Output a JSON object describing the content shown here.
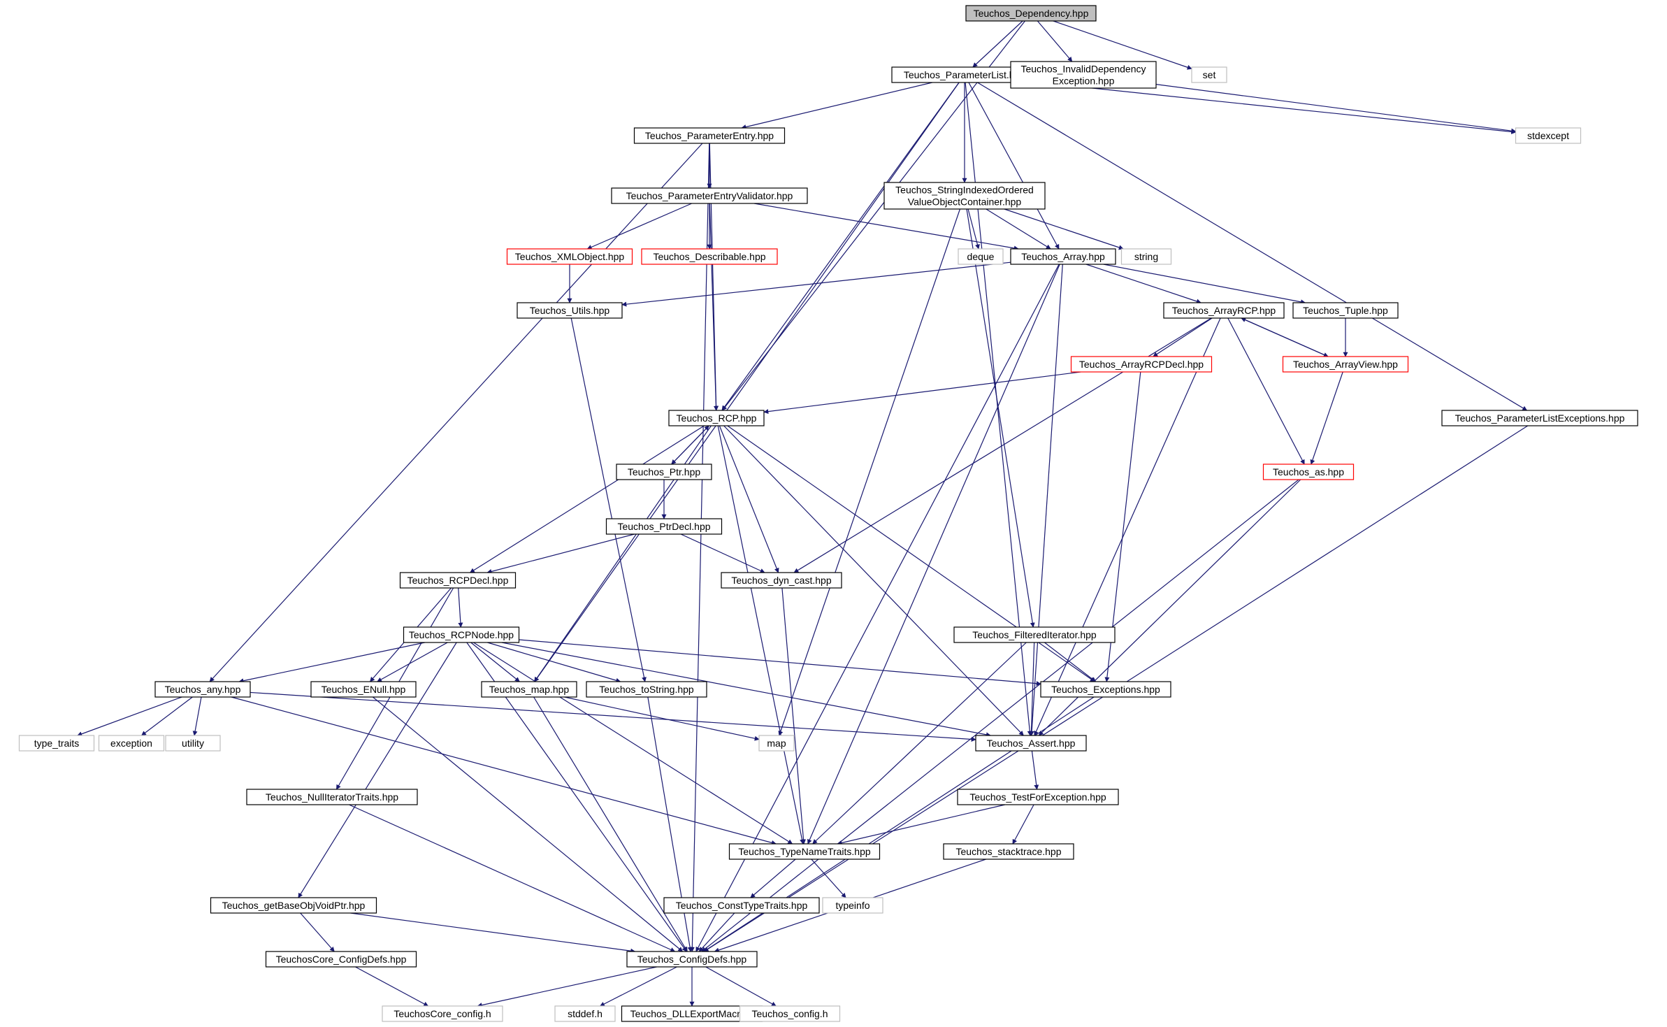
{
  "graph": {
    "colors": {
      "edge": "#191970",
      "box": "#000000",
      "gray_box": "#bfbfbf",
      "red_box": "#ff0000",
      "root_fill": "#bfbfbf"
    },
    "nodes": [
      {
        "id": "dependency",
        "lines": [
          "Teuchos_Dependency.hpp"
        ],
        "style": "root"
      },
      {
        "id": "parameterlist",
        "lines": [
          "Teuchos_ParameterList.hpp"
        ],
        "style": "normal"
      },
      {
        "id": "invaliddependency",
        "lines": [
          "Teuchos_InvalidDependency",
          "Exception.hpp"
        ],
        "style": "normal"
      },
      {
        "id": "set",
        "lines": [
          "set"
        ],
        "style": "external"
      },
      {
        "id": "stdexcept",
        "lines": [
          "stdexcept"
        ],
        "style": "external"
      },
      {
        "id": "parameterentry",
        "lines": [
          "Teuchos_ParameterEntry.hpp"
        ],
        "style": "normal"
      },
      {
        "id": "stringindexed",
        "lines": [
          "Teuchos_StringIndexedOrdered",
          "ValueObjectContainer.hpp"
        ],
        "style": "normal"
      },
      {
        "id": "parameterentryvalidator",
        "lines": [
          "Teuchos_ParameterEntryValidator.hpp"
        ],
        "style": "normal"
      },
      {
        "id": "xmlobject",
        "lines": [
          "Teuchos_XMLObject.hpp"
        ],
        "style": "truncated"
      },
      {
        "id": "describable",
        "lines": [
          "Teuchos_Describable.hpp"
        ],
        "style": "truncated"
      },
      {
        "id": "deque",
        "lines": [
          "deque"
        ],
        "style": "external"
      },
      {
        "id": "array",
        "lines": [
          "Teuchos_Array.hpp"
        ],
        "style": "normal"
      },
      {
        "id": "string",
        "lines": [
          "string"
        ],
        "style": "external"
      },
      {
        "id": "utils",
        "lines": [
          "Teuchos_Utils.hpp"
        ],
        "style": "normal"
      },
      {
        "id": "arrayrcp",
        "lines": [
          "Teuchos_ArrayRCP.hpp"
        ],
        "style": "normal"
      },
      {
        "id": "tuple",
        "lines": [
          "Teuchos_Tuple.hpp"
        ],
        "style": "normal"
      },
      {
        "id": "arrayrcpdecl",
        "lines": [
          "Teuchos_ArrayRCPDecl.hpp"
        ],
        "style": "truncated"
      },
      {
        "id": "arrayview",
        "lines": [
          "Teuchos_ArrayView.hpp"
        ],
        "style": "truncated"
      },
      {
        "id": "parameterlistexceptions",
        "lines": [
          "Teuchos_ParameterListExceptions.hpp"
        ],
        "style": "normal"
      },
      {
        "id": "rcp",
        "lines": [
          "Teuchos_RCP.hpp"
        ],
        "style": "normal"
      },
      {
        "id": "ptr",
        "lines": [
          "Teuchos_Ptr.hpp"
        ],
        "style": "normal"
      },
      {
        "id": "as",
        "lines": [
          "Teuchos_as.hpp"
        ],
        "style": "truncated"
      },
      {
        "id": "ptrdecl",
        "lines": [
          "Teuchos_PtrDecl.hpp"
        ],
        "style": "normal"
      },
      {
        "id": "rcpdecl",
        "lines": [
          "Teuchos_RCPDecl.hpp"
        ],
        "style": "normal"
      },
      {
        "id": "dyncast",
        "lines": [
          "Teuchos_dyn_cast.hpp"
        ],
        "style": "normal"
      },
      {
        "id": "rcpnode",
        "lines": [
          "Teuchos_RCPNode.hpp"
        ],
        "style": "normal"
      },
      {
        "id": "filterediterator",
        "lines": [
          "Teuchos_FilteredIterator.hpp"
        ],
        "style": "normal"
      },
      {
        "id": "any",
        "lines": [
          "Teuchos_any.hpp"
        ],
        "style": "normal"
      },
      {
        "id": "enull",
        "lines": [
          "Teuchos_ENull.hpp"
        ],
        "style": "normal"
      },
      {
        "id": "map_hpp",
        "lines": [
          "Teuchos_map.hpp"
        ],
        "style": "normal"
      },
      {
        "id": "tostring",
        "lines": [
          "Teuchos_toString.hpp"
        ],
        "style": "normal"
      },
      {
        "id": "exceptions",
        "lines": [
          "Teuchos_Exceptions.hpp"
        ],
        "style": "normal"
      },
      {
        "id": "type_traits",
        "lines": [
          "type_traits"
        ],
        "style": "external"
      },
      {
        "id": "exception",
        "lines": [
          "exception"
        ],
        "style": "external"
      },
      {
        "id": "utility",
        "lines": [
          "utility"
        ],
        "style": "external"
      },
      {
        "id": "map",
        "lines": [
          "map"
        ],
        "style": "external"
      },
      {
        "id": "assert",
        "lines": [
          "Teuchos_Assert.hpp"
        ],
        "style": "normal"
      },
      {
        "id": "nulliteratortraits",
        "lines": [
          "Teuchos_NullIteratorTraits.hpp"
        ],
        "style": "normal"
      },
      {
        "id": "testforexception",
        "lines": [
          "Teuchos_TestForException.hpp"
        ],
        "style": "normal"
      },
      {
        "id": "typenametraits",
        "lines": [
          "Teuchos_TypeNameTraits.hpp"
        ],
        "style": "normal"
      },
      {
        "id": "stacktrace",
        "lines": [
          "Teuchos_stacktrace.hpp"
        ],
        "style": "normal"
      },
      {
        "id": "getbaseobjvoidptr",
        "lines": [
          "Teuchos_getBaseObjVoidPtr.hpp"
        ],
        "style": "normal"
      },
      {
        "id": "consttypetraits",
        "lines": [
          "Teuchos_ConstTypeTraits.hpp"
        ],
        "style": "normal"
      },
      {
        "id": "typeinfo",
        "lines": [
          "typeinfo"
        ],
        "style": "external"
      },
      {
        "id": "coreconfigdefs",
        "lines": [
          "TeuchosCore_ConfigDefs.hpp"
        ],
        "style": "normal"
      },
      {
        "id": "configdefs",
        "lines": [
          "Teuchos_ConfigDefs.hpp"
        ],
        "style": "normal"
      },
      {
        "id": "coreconfig",
        "lines": [
          "TeuchosCore_config.h"
        ],
        "style": "external"
      },
      {
        "id": "stddef",
        "lines": [
          "stddef.h"
        ],
        "style": "external"
      },
      {
        "id": "dllexport",
        "lines": [
          "Teuchos_DLLExportMacro.h"
        ],
        "style": "normal"
      },
      {
        "id": "config",
        "lines": [
          "Teuchos_config.h"
        ],
        "style": "external"
      }
    ],
    "edges": [
      [
        "dependency",
        "parameterlist"
      ],
      [
        "dependency",
        "invaliddependency"
      ],
      [
        "dependency",
        "set"
      ],
      [
        "dependency",
        "rcp"
      ],
      [
        "parameterlist",
        "parameterentry"
      ],
      [
        "parameterlist",
        "stringindexed"
      ],
      [
        "parameterlist",
        "array"
      ],
      [
        "parameterlist",
        "rcp"
      ],
      [
        "parameterlist",
        "map_hpp"
      ],
      [
        "parameterlist",
        "assert"
      ],
      [
        "parameterlist",
        "parameterlistexceptions"
      ],
      [
        "parameterlist",
        "stdexcept"
      ],
      [
        "invaliddependency",
        "stdexcept"
      ],
      [
        "parameterentry",
        "parameterentryvalidator"
      ],
      [
        "parameterentry",
        "any"
      ],
      [
        "parameterentry",
        "rcp"
      ],
      [
        "parameterentry",
        "configdefs"
      ],
      [
        "parameterentryvalidator",
        "xmlobject"
      ],
      [
        "parameterentryvalidator",
        "describable"
      ],
      [
        "parameterentryvalidator",
        "array"
      ],
      [
        "parameterentryvalidator",
        "rcp"
      ],
      [
        "stringindexed",
        "array"
      ],
      [
        "stringindexed",
        "deque"
      ],
      [
        "stringindexed",
        "string"
      ],
      [
        "stringindexed",
        "filterediterator"
      ],
      [
        "stringindexed",
        "map"
      ],
      [
        "xmlobject",
        "utils"
      ],
      [
        "array",
        "utils"
      ],
      [
        "array",
        "arrayrcp"
      ],
      [
        "array",
        "tuple"
      ],
      [
        "array",
        "typenametraits"
      ],
      [
        "array",
        "assert"
      ],
      [
        "array",
        "configdefs"
      ],
      [
        "arrayrcp",
        "arrayrcpdecl"
      ],
      [
        "arrayrcp",
        "arrayview"
      ],
      [
        "arrayrcp",
        "as"
      ],
      [
        "arrayrcp",
        "dyncast"
      ],
      [
        "arrayrcp",
        "assert"
      ],
      [
        "tuple",
        "arrayview"
      ],
      [
        "arrayview",
        "arrayrcp"
      ],
      [
        "arrayview",
        "as"
      ],
      [
        "arrayrcpdecl",
        "rcp"
      ],
      [
        "arrayrcpdecl",
        "exceptions"
      ],
      [
        "utils",
        "tostring"
      ],
      [
        "parameterlistexceptions",
        "configdefs"
      ],
      [
        "rcp",
        "ptr"
      ],
      [
        "ptr",
        "rcp"
      ],
      [
        "rcp",
        "rcpdecl"
      ],
      [
        "rcp",
        "dyncast"
      ],
      [
        "rcp",
        "map_hpp"
      ],
      [
        "rcp",
        "typenametraits"
      ],
      [
        "rcp",
        "assert"
      ],
      [
        "rcp",
        "exceptions"
      ],
      [
        "ptr",
        "ptrdecl"
      ],
      [
        "ptrdecl",
        "rcpdecl"
      ],
      [
        "ptrdecl",
        "dyncast"
      ],
      [
        "rcpdecl",
        "rcpnode"
      ],
      [
        "rcpdecl",
        "enull"
      ],
      [
        "rcpdecl",
        "nulliteratortraits"
      ],
      [
        "rcpnode",
        "any"
      ],
      [
        "rcpnode",
        "enull"
      ],
      [
        "rcpnode",
        "map_hpp"
      ],
      [
        "rcpnode",
        "tostring"
      ],
      [
        "rcpnode",
        "exceptions"
      ],
      [
        "rcpnode",
        "assert"
      ],
      [
        "rcpnode",
        "typenametraits"
      ],
      [
        "rcpnode",
        "configdefs"
      ],
      [
        "rcpnode",
        "getbaseobjvoidptr"
      ],
      [
        "as",
        "assert"
      ],
      [
        "as",
        "configdefs"
      ],
      [
        "dyncast",
        "typenametraits"
      ],
      [
        "filterediterator",
        "exceptions"
      ],
      [
        "filterediterator",
        "assert"
      ],
      [
        "filterediterator",
        "typenametraits"
      ],
      [
        "any",
        "type_traits"
      ],
      [
        "any",
        "exception"
      ],
      [
        "any",
        "utility"
      ],
      [
        "any",
        "assert"
      ],
      [
        "any",
        "typenametraits"
      ],
      [
        "enull",
        "configdefs"
      ],
      [
        "map_hpp",
        "map"
      ],
      [
        "map_hpp",
        "configdefs"
      ],
      [
        "tostring",
        "configdefs"
      ],
      [
        "exceptions",
        "configdefs"
      ],
      [
        "assert",
        "testforexception"
      ],
      [
        "testforexception",
        "typenametraits"
      ],
      [
        "testforexception",
        "stacktrace"
      ],
      [
        "stacktrace",
        "configdefs"
      ],
      [
        "nulliteratortraits",
        "configdefs"
      ],
      [
        "typenametraits",
        "consttypetraits"
      ],
      [
        "typenametraits",
        "typeinfo"
      ],
      [
        "consttypetraits",
        "configdefs"
      ],
      [
        "getbaseobjvoidptr",
        "coreconfigdefs"
      ],
      [
        "getbaseobjvoidptr",
        "configdefs"
      ],
      [
        "coreconfigdefs",
        "coreconfig"
      ],
      [
        "configdefs",
        "coreconfig"
      ],
      [
        "configdefs",
        "stddef"
      ],
      [
        "configdefs",
        "dllexport"
      ],
      [
        "configdefs",
        "config"
      ]
    ]
  }
}
